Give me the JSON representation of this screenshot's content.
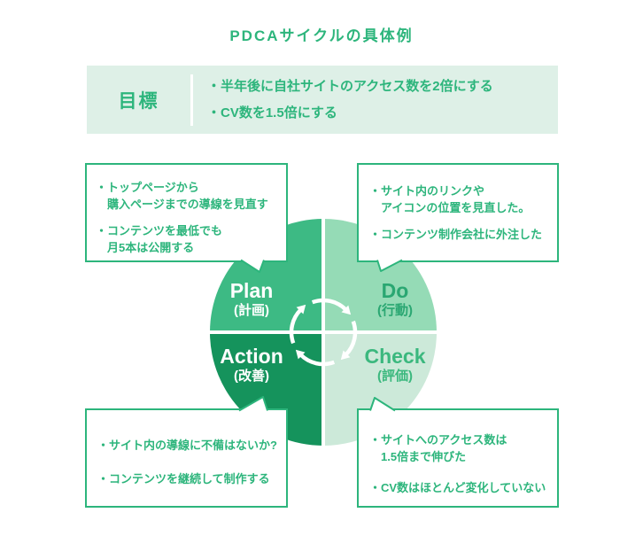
{
  "title": "PDCAサイクルの具体例",
  "goal": {
    "label": "目標",
    "items": [
      "・半年後に自社サイトのアクセス数を2倍にする",
      "・CV数を1.5倍にする"
    ]
  },
  "cycle": {
    "plan": {
      "en": "Plan",
      "ja": "(計画)"
    },
    "do": {
      "en": "Do",
      "ja": "(行動)"
    },
    "check": {
      "en": "Check",
      "ja": "(評価)"
    },
    "action": {
      "en": "Action",
      "ja": "(改善)"
    }
  },
  "bubbles": {
    "plan": {
      "lines": [
        "・トップページから",
        "購入ページまでの導線を見直す",
        "・コンテンツを最低でも",
        "月5本は公開する"
      ]
    },
    "do": {
      "lines": [
        "・サイト内のリンクや",
        "アイコンの位置を見直した。",
        "・コンテンツ制作会社に外注した"
      ]
    },
    "check": {
      "lines": [
        "・サイトへのアクセス数は",
        "1.5倍まで伸びた",
        "・CV数はほとんど変化していない"
      ]
    },
    "action": {
      "lines": [
        "・サイト内の導線に不備はないか?",
        "・コンテンツを継続して制作する"
      ]
    }
  },
  "icons": {
    "cycle-arrows-icon": "clockwise-cycle"
  },
  "colors": {
    "accent": "#2db57c",
    "plan": "#3dba84",
    "do": "#95dbb6",
    "action": "#15935c",
    "check": "#cce9d9",
    "do-text": "#2aa772",
    "check-text": "#3bb87e",
    "goal-bg": "#def0e7"
  }
}
